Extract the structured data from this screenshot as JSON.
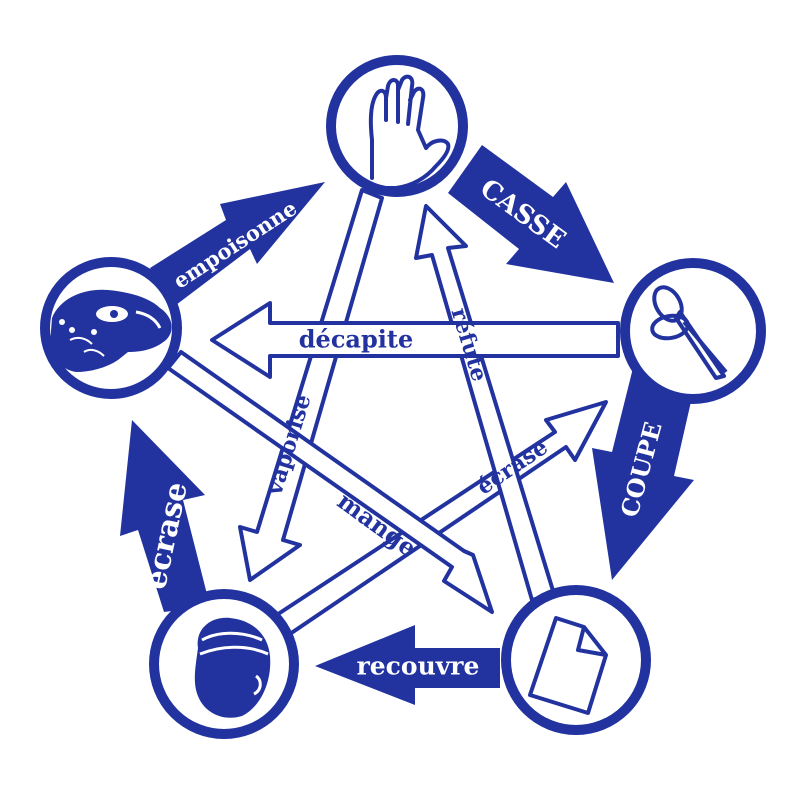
{
  "colors": {
    "primary": "#2233a0",
    "background": "#ffffff"
  },
  "nodes": {
    "spock": {
      "icon": "spock-hand-icon"
    },
    "scissors": {
      "icon": "scissors-icon"
    },
    "paper": {
      "icon": "paper-icon"
    },
    "rock": {
      "icon": "rock-icon"
    },
    "lizard": {
      "icon": "lizard-icon"
    }
  },
  "labels": {
    "casse": "CASSE",
    "coupe": "COUPE",
    "recouvre": "recouvre",
    "ecrase_outer": "écrase",
    "empoisonne": "empoisonne",
    "decapite": "décapite",
    "refute": "réfute",
    "vaporise": "vaporise",
    "mange": "mange",
    "ecrase_inner": "écrase"
  }
}
